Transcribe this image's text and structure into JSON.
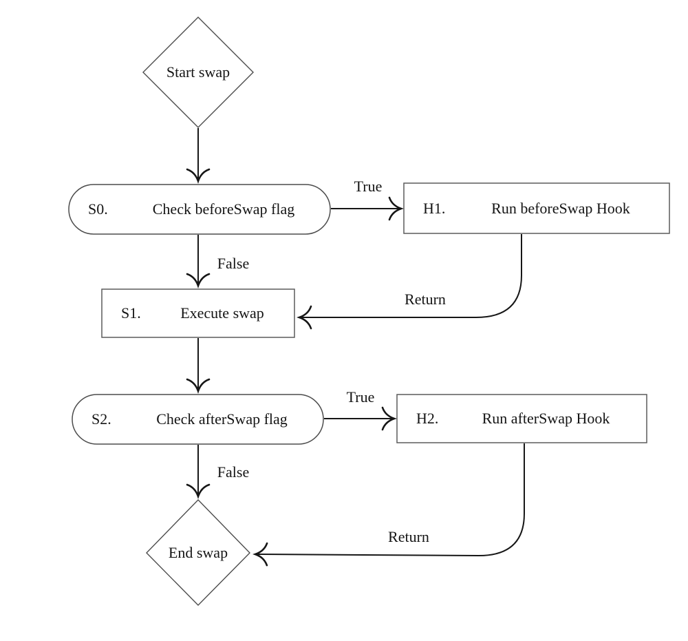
{
  "diagram": {
    "type": "flowchart",
    "background_color": "#ffffff",
    "edge_color": "#161616",
    "shape_border_color": "#4c4c4c",
    "text_color": "#141414",
    "nodes": [
      {
        "id": "start",
        "type": "diamond",
        "prefix": "",
        "label": "Start swap"
      },
      {
        "id": "S0",
        "type": "stadium",
        "prefix": "S0.",
        "label": "Check beforeSwap flag"
      },
      {
        "id": "H1",
        "type": "rectangle",
        "prefix": "H1.",
        "label": "Run beforeSwap Hook"
      },
      {
        "id": "S1",
        "type": "rectangle",
        "prefix": "S1.",
        "label": "Execute swap"
      },
      {
        "id": "S2",
        "type": "stadium",
        "prefix": "S2.",
        "label": "Check afterSwap flag"
      },
      {
        "id": "H2",
        "type": "rectangle",
        "prefix": "H2.",
        "label": "Run afterSwap Hook"
      },
      {
        "id": "end",
        "type": "diamond",
        "prefix": "",
        "label": "End swap"
      }
    ],
    "edges": [
      {
        "from": "start",
        "to": "S0",
        "label": ""
      },
      {
        "from": "S0",
        "to": "H1",
        "label": "True"
      },
      {
        "from": "S0",
        "to": "S1",
        "label": "False"
      },
      {
        "from": "H1",
        "to": "S1",
        "label": "Return"
      },
      {
        "from": "S1",
        "to": "S2",
        "label": ""
      },
      {
        "from": "S2",
        "to": "H2",
        "label": "True"
      },
      {
        "from": "S2",
        "to": "end",
        "label": "False"
      },
      {
        "from": "H2",
        "to": "end",
        "label": "Return"
      }
    ]
  }
}
